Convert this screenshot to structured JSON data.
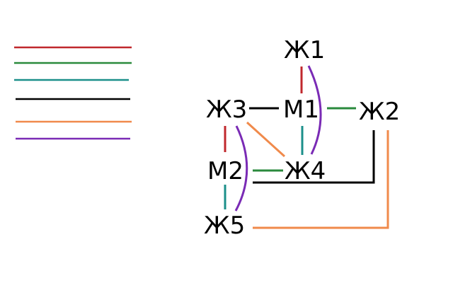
{
  "legend": {
    "lines": [
      {
        "color": "#c0282d"
      },
      {
        "color": "#2a8a3c"
      },
      {
        "color": "#1b8f8a"
      },
      {
        "color": "#000000"
      },
      {
        "color": "#f08a4b"
      },
      {
        "color": "#7a2bb5"
      }
    ]
  },
  "nodes": {
    "zh1": "Ж1",
    "zh2": "Ж2",
    "zh3": "Ж3",
    "zh4": "Ж4",
    "zh5": "Ж5",
    "m1": "M1",
    "m2": "M2"
  },
  "colors": {
    "red": "#c0282d",
    "green": "#2a8a3c",
    "teal": "#1b8f8a",
    "black": "#000000",
    "orange": "#f08a4b",
    "purple": "#7a2bb5"
  }
}
